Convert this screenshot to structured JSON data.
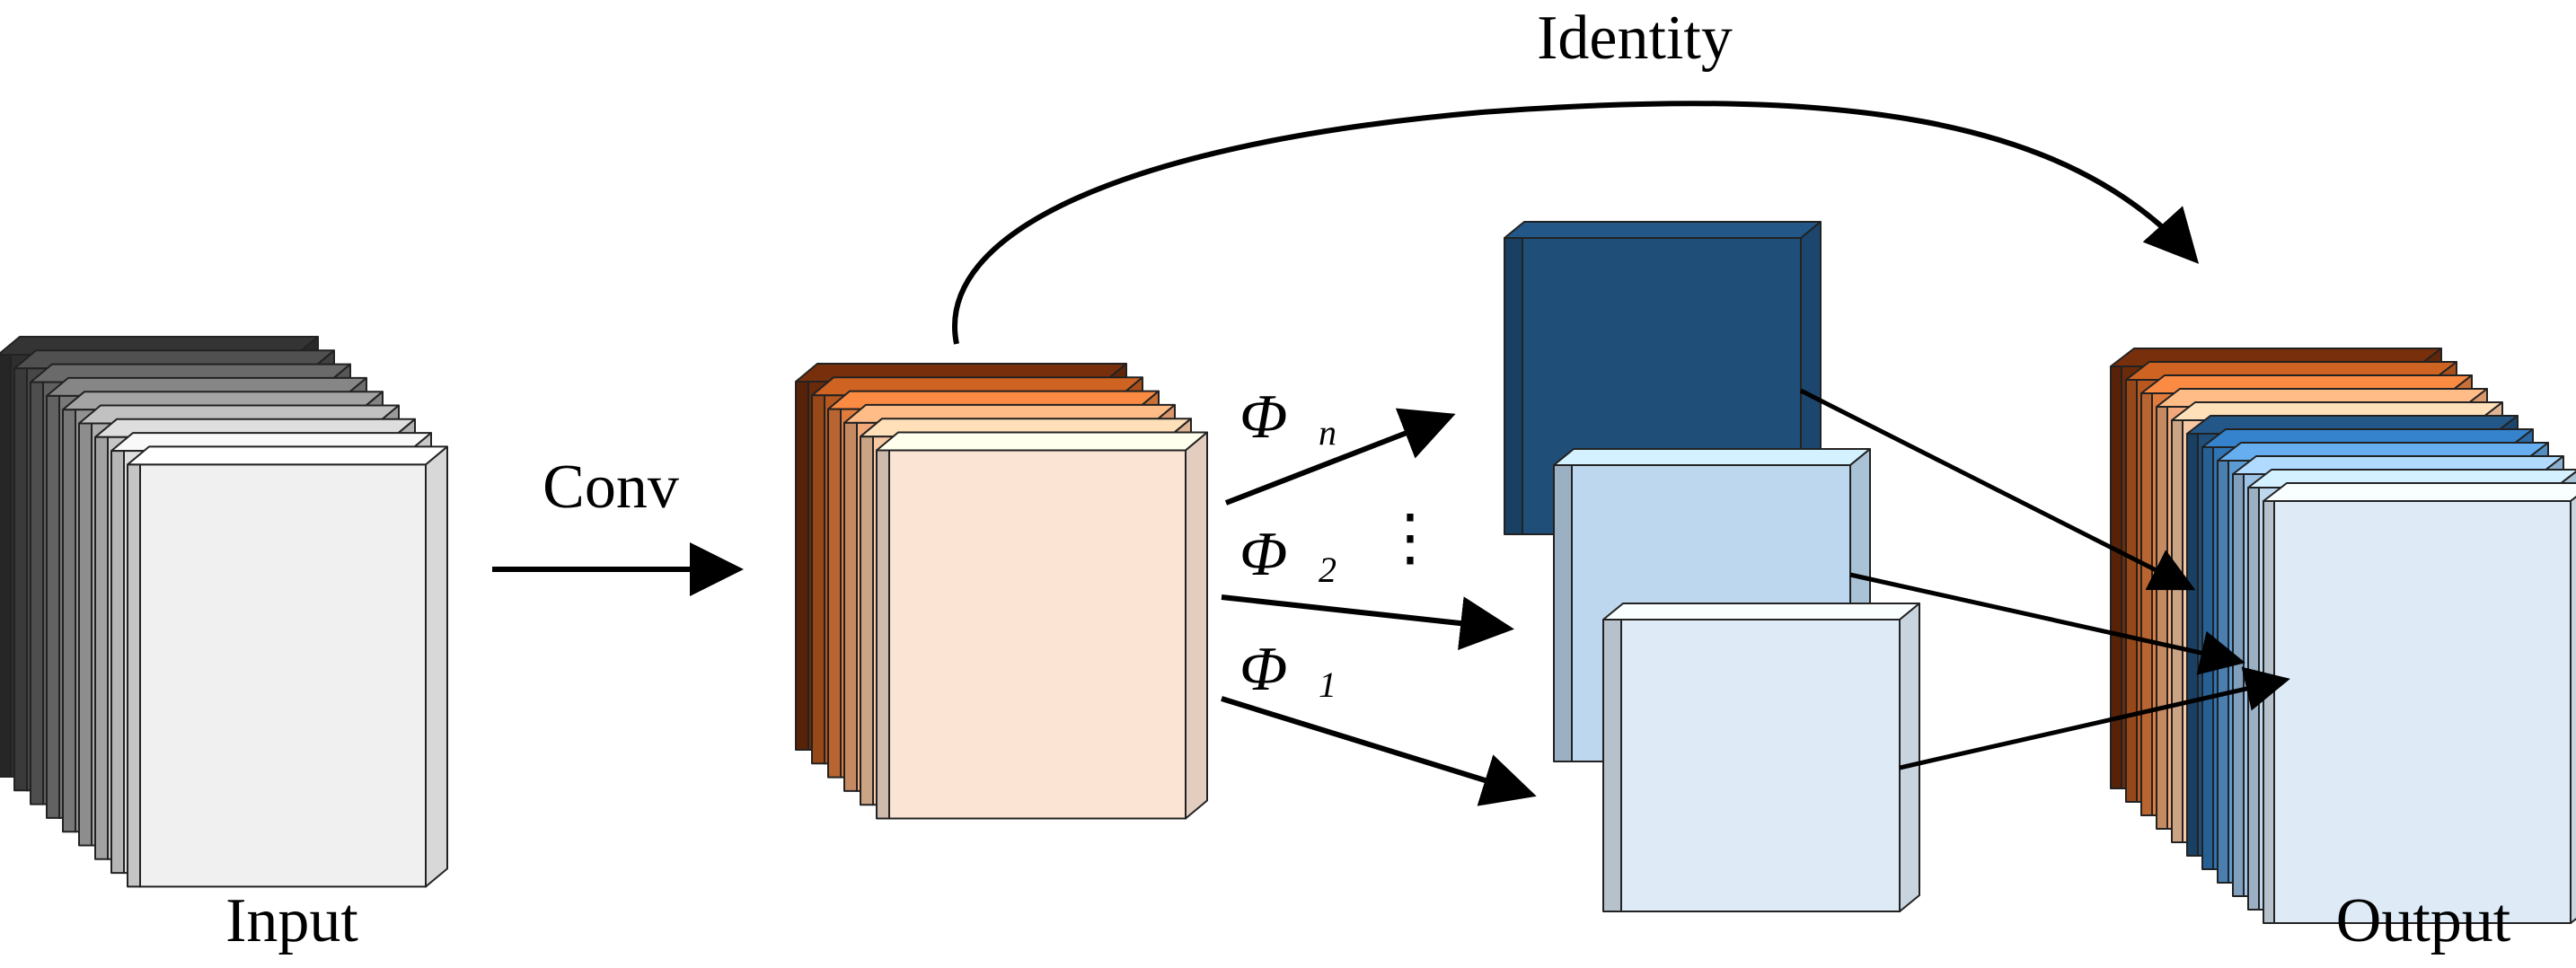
{
  "labels": {
    "input": "Input",
    "conv": "Conv",
    "identity": "Identity",
    "output": "Output",
    "phi_symbol": "Φ",
    "phi_n_sub": "n",
    "phi_2_sub": "2",
    "phi_1_sub": "1",
    "ellipsis": "⋮"
  },
  "colors": {
    "input_slices": [
      "#2e2e2e",
      "#474747",
      "#5f5f5f",
      "#787878",
      "#929292",
      "#acacac",
      "#c6c6c6",
      "#dedede",
      "#f0f0f0"
    ],
    "conv_slices": [
      "#6b2a0a",
      "#b8581e",
      "#e07b3c",
      "#f2a878",
      "#f7c8a4",
      "#fbe4d4"
    ],
    "phi_n_block": "#1f4e79",
    "phi_2_block": "#bdd7ee",
    "phi_1_block": "#deebf7",
    "output_orange_slices": [
      "#6b2a0a",
      "#b8581e",
      "#e07b3c",
      "#f2a878",
      "#f7c8a4",
      "#fbe4d4"
    ],
    "output_blue_slices": [
      "#1f4e79",
      "#2e75b6",
      "#5b9bd5",
      "#9dc3e6",
      "#bdd7ee",
      "#deebf7"
    ]
  }
}
